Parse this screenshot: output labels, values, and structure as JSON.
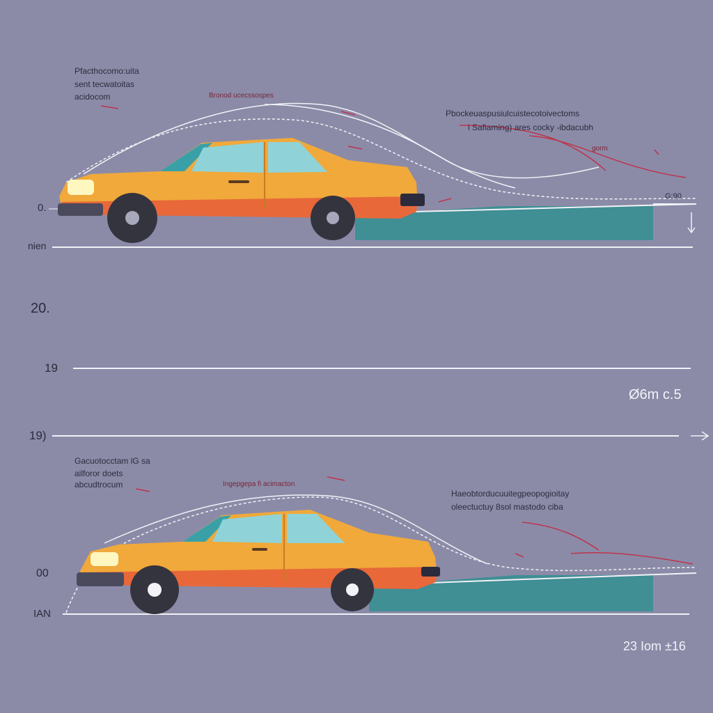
{
  "colors": {
    "background": "#8b8ba8",
    "car_body": "#f0a93a",
    "car_stripe": "#e8683a",
    "car_window": "#8fd3d8",
    "ramp": "#3f8f94",
    "airflow": "#f2f2f7",
    "annotation": "#c0334a"
  },
  "top_panel": {
    "note_left": [
      "Pfacthocomo:uita",
      "sent tecwatoitas",
      "acidocom"
    ],
    "note_center": "Bronod ucecssospes",
    "note_right": [
      "Pbockeuaspusiulcuistecotoivectoms",
      "i Safiaming) ares cocky -ibdacubh"
    ],
    "note_small": "gorm",
    "end_value": "G:90",
    "y_label": "0.",
    "x_label": "nien"
  },
  "axis_values": {
    "level_a": "20.",
    "level_b": "19",
    "level_c": "19)",
    "measure": "Ø6m c.5"
  },
  "bottom_panel": {
    "note_left": [
      "Gacuotocctam lG sa",
      "ailforor doets",
      "abcudtrocum"
    ],
    "note_center": "Ingepgepa fi acimacton",
    "note_right": [
      "Haeobtorducuuitegpeopogioitay",
      "oleectuctuy 8sol mastodo ciba"
    ],
    "y_label": "00",
    "x_label": "IAN",
    "footer": "23  Iom ±16"
  },
  "icons": [
    "car-icon",
    "arrow-right-icon",
    "arrow-down-icon"
  ]
}
